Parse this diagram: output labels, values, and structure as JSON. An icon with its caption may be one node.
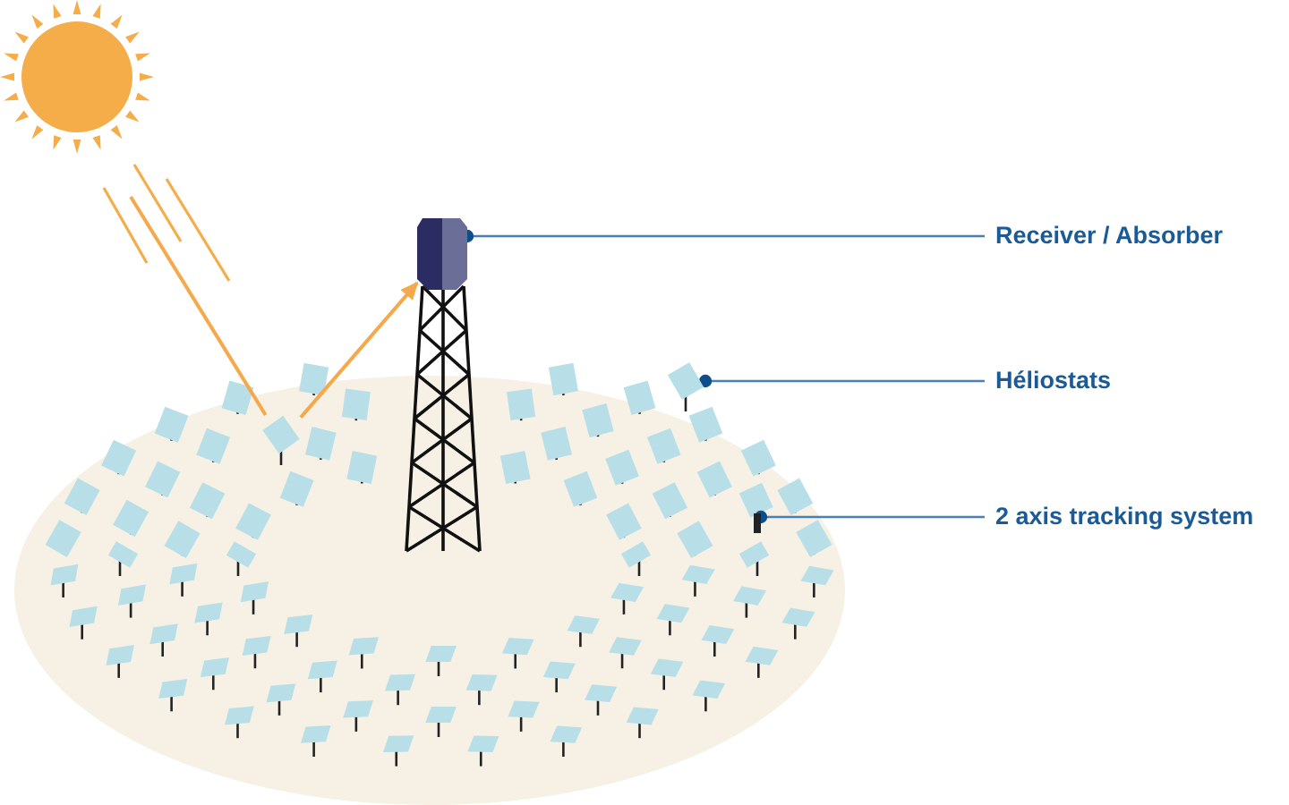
{
  "diagram": {
    "nodes": [
      {
        "text": [
          "Receiver / Absorber"
        ]
      },
      {
        "text": [
          "Héliostats"
        ]
      },
      {
        "text": [
          "2 axis tracking system"
        ]
      },
      {
        "text": [],
        "shape": "box"
      },
      {
        "text": [],
        "shape": "picture"
      },
      {
        "text": [],
        "shape": "bar"
      },
      {
        "text": [],
        "shape": "picture"
      }
    ],
    "edges": [
      {
        "from": 0,
        "to": 3,
        "arrow": "other"
      },
      {
        "from": 1,
        "to": 4,
        "arrow": "other"
      },
      {
        "from": 2,
        "to": 5,
        "arrow": "other"
      },
      {
        "from": null,
        "to": 6,
        "arrow": "none",
        "color": "#f5a94a"
      },
      {
        "from": 6,
        "to": 3,
        "arrow": "to",
        "color": "#f5a94a"
      }
    ]
  }
}
